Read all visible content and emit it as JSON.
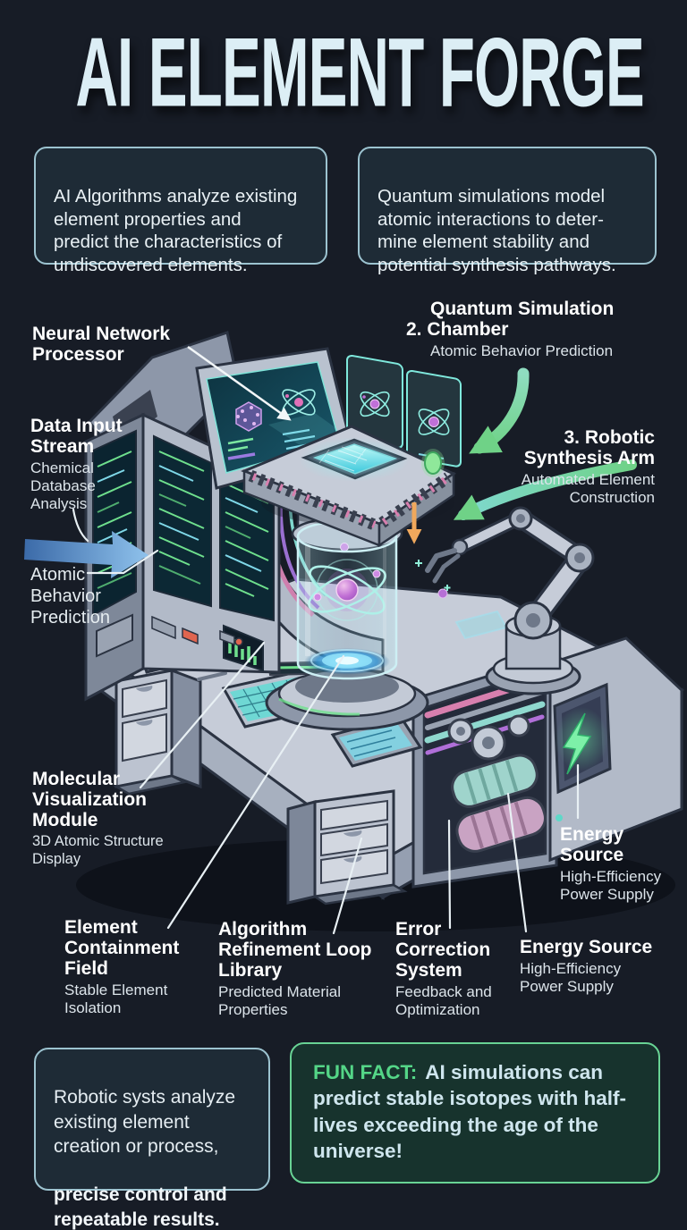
{
  "title": "AI ELEMENT FORGE",
  "intro_boxes": {
    "left": "AI Algorithms analyze existing\nelement properties and\npredict the characteristics of\nundiscovered elements.",
    "right": "Quantum simulations model\natomic interactions to deter-\nmine element stability and\npotential synthesis pathways."
  },
  "labels": {
    "neural_network": {
      "title": "Neural Network\nProcessor"
    },
    "quantum_chamber": {
      "line1": "Quantum Simulation",
      "line2": "2. Chamber",
      "sub": "Atomic Behavior Prediction"
    },
    "data_input": {
      "title": "Data Input\nStream",
      "sub": "Chemical\nDatabase\nAnalysis"
    },
    "robotic_arm": {
      "title": "3. Robotic\nSynthesis Arm",
      "sub": "Automated Element\nConstruction"
    },
    "atomic_behavior": {
      "text": "Atomic\nBehavior\nPrediction"
    },
    "molecular_visualization": {
      "title": "Molecular\nVisualization\nModule",
      "sub": "3D Atomic Structure\nDisplay"
    },
    "element_containment": {
      "title": "Element\nContainment\nField",
      "sub": "Stable Element\nIsolation"
    },
    "algorithm_refinement": {
      "title": "Algorithm\nRefinement Loop\nLibrary",
      "sub": "Predicted Material\nProperties"
    },
    "error_correction": {
      "title": "Error\nCorrection\nSystem",
      "sub": "Feedback and\nOptimization"
    },
    "energy_source_side": {
      "title": "Energy\nSource",
      "sub": "High-Efficiency\nPower Supply"
    },
    "energy_source_bottom": {
      "title": "Energy Source",
      "sub": "High-Efficiency\nPower Supply"
    }
  },
  "footer": {
    "left_box": {
      "regular": "Robotic systs analyze\nexisting element\ncreation or process,",
      "bold": "precise control and\nrepeatable results."
    },
    "fun_fact": {
      "prefix": "FUN FACT:",
      "text": "AI simulations can predict stable isotopes with half-lives exceeding the age of the universe!"
    }
  },
  "colors": {
    "background": "#171c26",
    "title": "#dceef5",
    "box_border": "#9cc3d0",
    "box_background": "#1e2b36",
    "fun_fact_border": "#68d394",
    "fun_fact_accent": "#54d687",
    "label": "#ffffff",
    "sublabel": "#dce4ea",
    "arrow_blue": "#6fa8dc",
    "arrow_green": "#72d489",
    "arrow_orange": "#f0a85c",
    "glow_teal": "#7fe8dc",
    "atom_purple": "#b66fd6",
    "lightning_green": "#7df0a8"
  },
  "icons": [
    "atom-icon",
    "lightning-icon",
    "blue-arrow-icon",
    "green-arrow-icon",
    "orange-arrow-icon",
    "white-arrow-icon"
  ]
}
